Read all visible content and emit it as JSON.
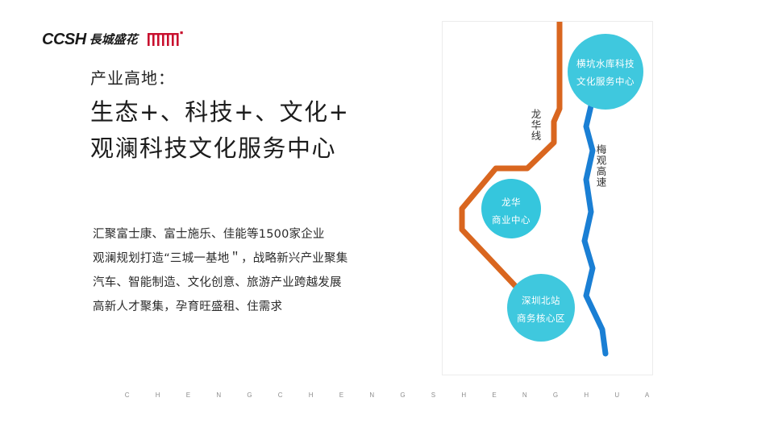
{
  "brand": {
    "acronym": "CCSH",
    "name_cn": "長城盛花",
    "mark_icon": "red-comb-mark-icon",
    "mark_color": "#c8102e"
  },
  "headline": {
    "eyebrow": "产业高地：",
    "line1": "生态+、科技+、文化+",
    "line2": "观澜科技文化服务中心"
  },
  "body": {
    "lines": [
      "汇聚富士康、富士施乐、佳能等1500家企业",
      "观澜规划打造“三城一基地＂，战略新兴产业聚集",
      "汽车、智能制造、文化创意、旅游产业跨越发展",
      "高新人才聚集，孕育旺盛租、住需求"
    ]
  },
  "map": {
    "colors": {
      "node_fill": "#3fc8de",
      "node_fill_alt": "#35c6dd",
      "orange_line": "#d9661f",
      "blue_line": "#1a7fd4",
      "panel_border": "#ececec"
    },
    "nodes": [
      {
        "id": "henkeng",
        "label_line1": "横坑水库科技",
        "label_line2": "文化服务中心"
      },
      {
        "id": "longhua",
        "label_line1": "龙华",
        "label_line2": "商业中心"
      },
      {
        "id": "beizhan",
        "label_line1": "深圳北站",
        "label_line2": "商务核心区"
      }
    ],
    "routes": [
      {
        "id": "longhua-line",
        "label": "龙华线",
        "color": "#d9661f"
      },
      {
        "id": "meiguan-expressway",
        "label": "梅观高速",
        "color": "#1a7fd4"
      }
    ]
  },
  "footer": {
    "text": "C H E N G C H E N G S H E N G H U A"
  }
}
